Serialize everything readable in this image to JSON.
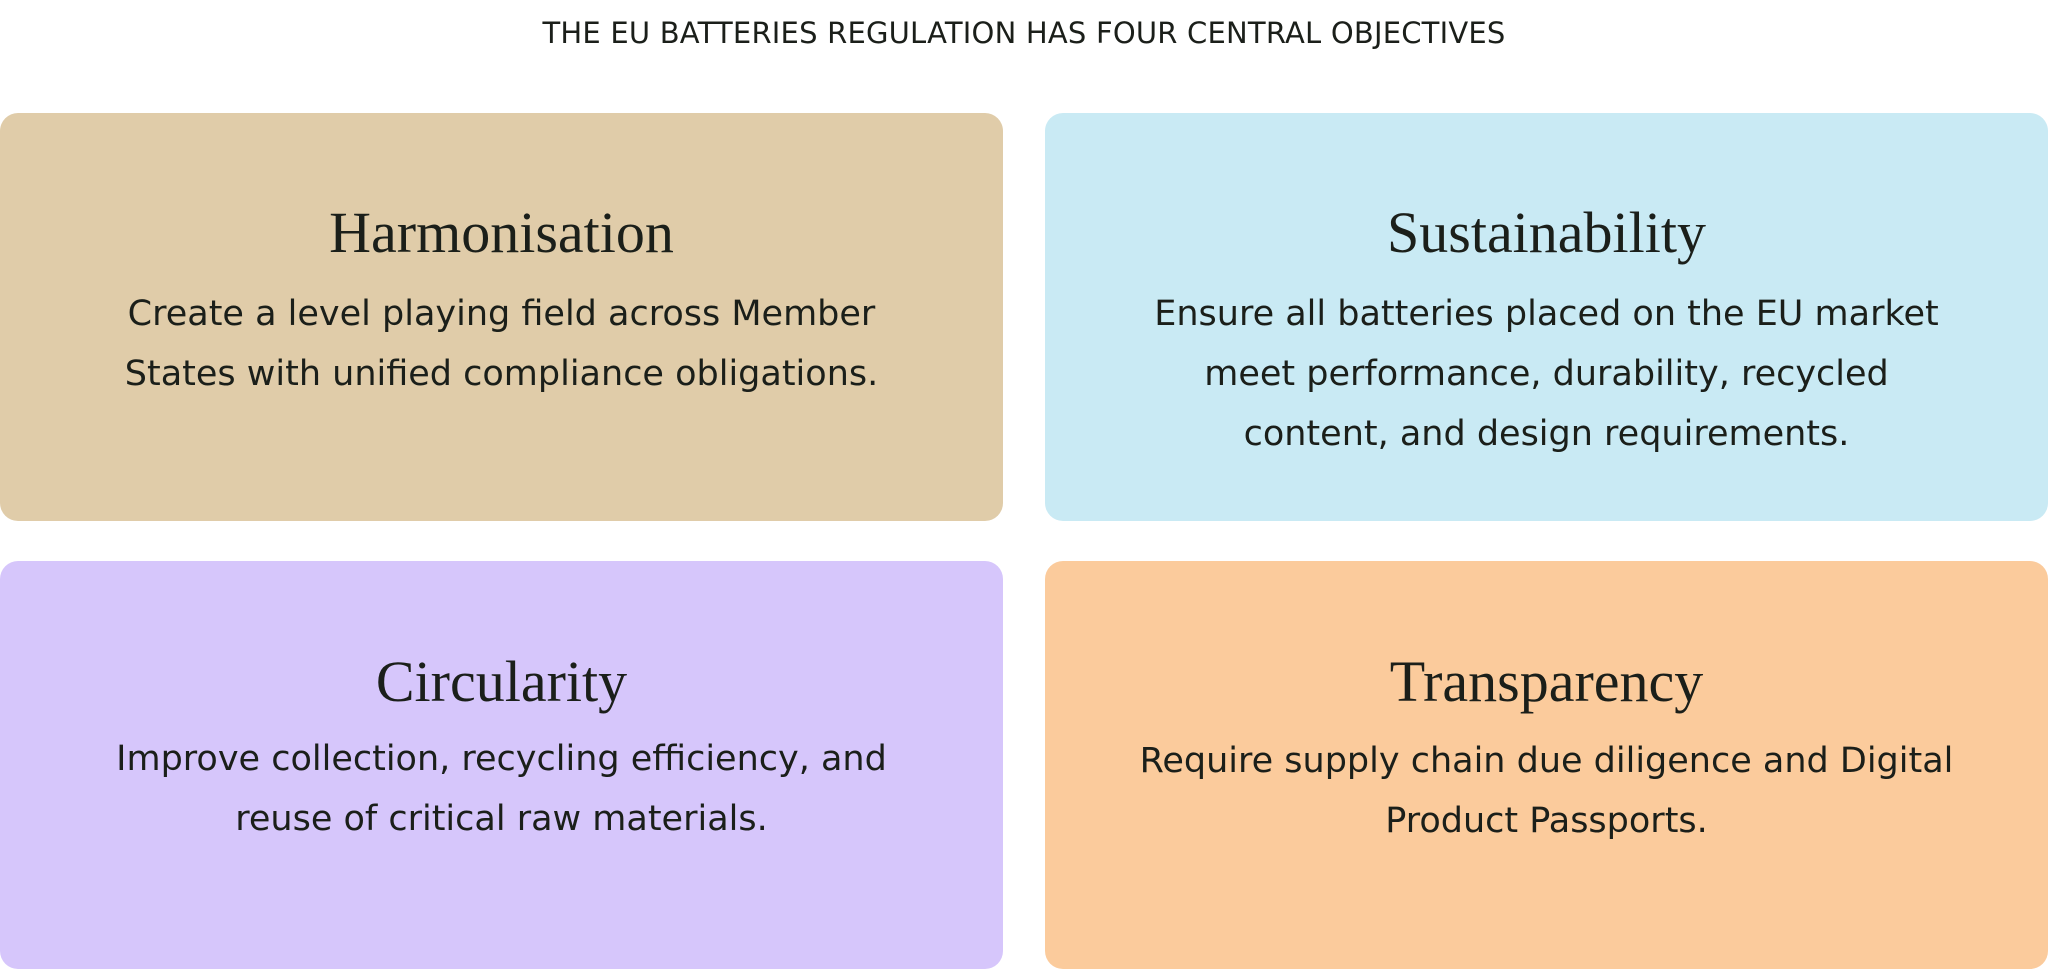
{
  "title": "THE EU BATTERIES REGULATION HAS FOUR CENTRAL OBJECTIVES",
  "objectives": [
    {
      "heading": "Harmonisation",
      "text": "Create a level playing field across Member States with unified compliance obligations.",
      "color": "#e0cca9"
    },
    {
      "heading": "Sustainability",
      "text": "Ensure all batteries placed on the EU market meet performance, durability, recycled content, and design requirements.",
      "color": "#c9eaf4"
    },
    {
      "heading": "Circularity",
      "text": "Improve collection, recycling efficiency, and reuse of critical raw materials.",
      "color": "#d6c6fb"
    },
    {
      "heading": "Transparency",
      "text": "Require supply chain due diligence and Digital Product Passports.",
      "color": "#fbcb9c"
    }
  ]
}
